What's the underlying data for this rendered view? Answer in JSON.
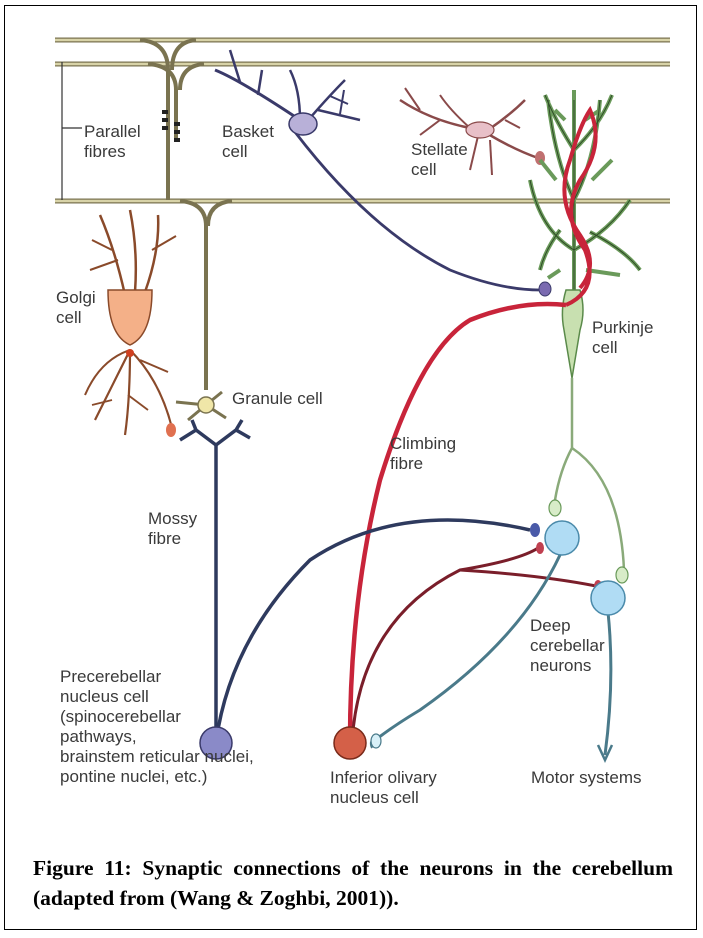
{
  "labels": {
    "parallel_fibres": "Parallel\nfibres",
    "basket_cell": "Basket\ncell",
    "stellate_cell": "Stellate\ncell",
    "golgi_cell": "Golgi\ncell",
    "purkinje_cell": "Purkinje\ncell",
    "granule_cell": "Granule cell",
    "climbing_fibre": "Climbing\nfibre",
    "mossy_fibre": "Mossy\nfibre",
    "deep_cerebellar_neurons": "Deep\ncerebellar\nneurons",
    "precerebellar_nucleus_cell": "Precerebellar\nnucleus cell\n(spinocerebellar\npathways,\nbrainstem reticular nuclei,\npontine nuclei, etc.)",
    "inferior_olivary_nucleus_cell": "Inferior olivary\nnucleus cell",
    "motor_systems": "Motor systems"
  },
  "caption": "Figure 11: Synaptic connections of the neurons in the cerebellum (adapted from (Wang & Zoghbi, 2001)).",
  "colors": {
    "parallel_fibre": "#d8d3a8",
    "parallel_fibre_edge": "#7a7350",
    "golgi": "#e8a070",
    "golgi_dendrite": "#8a4a2a",
    "basket": "#3a3a6a",
    "stellate": "#8a4a4a",
    "purkinje": "#6a9a5a",
    "climbing": "#c8243a",
    "mossy": "#2e3a5e",
    "deep_nuclei": "#a8d4ee",
    "inferior_olive": "#c05040",
    "precerebellar": "#7a7ab8",
    "olive_to_deep": "#7a1e2a",
    "deep_to_olive": "#4a7a8a"
  }
}
